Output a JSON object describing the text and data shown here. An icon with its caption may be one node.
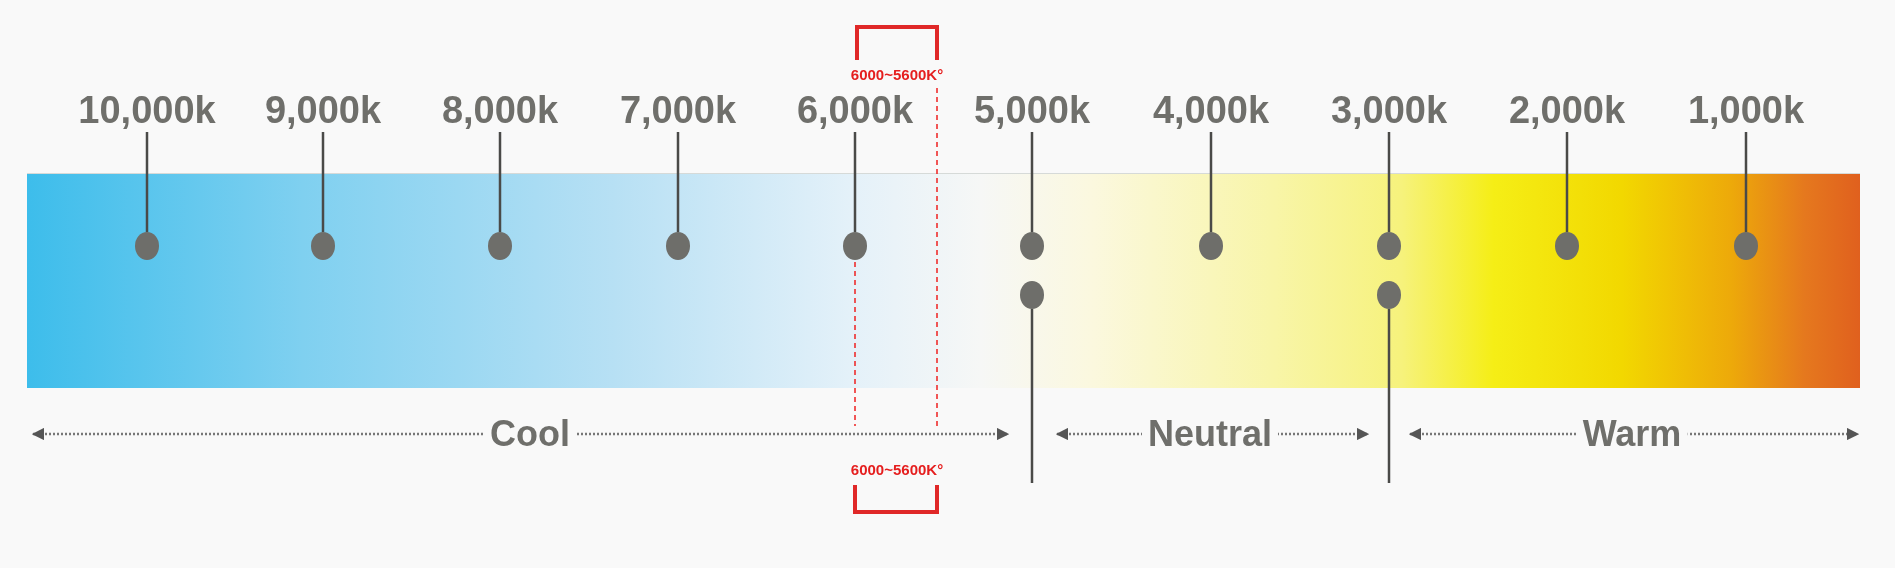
{
  "diagram": {
    "nodes": [
      {
        "text": [],
        "shape": "bar"
      },
      {
        "text": [
          "10,000k"
        ]
      },
      {
        "text": [
          "9,000k"
        ]
      },
      {
        "text": [
          "8,000k"
        ]
      },
      {
        "text": [
          "7,000k"
        ]
      },
      {
        "text": [
          "6,000k"
        ]
      },
      {
        "text": [
          "5,000k"
        ]
      },
      {
        "text": [
          "4,000k"
        ]
      },
      {
        "text": [
          "3,000k"
        ]
      },
      {
        "text": [
          "2,000k"
        ]
      },
      {
        "text": [
          "1,000k"
        ]
      },
      {
        "text": [],
        "shape": "circle",
        "in": 0
      },
      {
        "text": [],
        "shape": "circle",
        "in": 0
      },
      {
        "text": [],
        "shape": "circle",
        "in": 0
      },
      {
        "text": [],
        "shape": "circle",
        "in": 0
      },
      {
        "text": [],
        "shape": "circle",
        "in": 0
      },
      {
        "text": [],
        "shape": "circle",
        "in": 0
      },
      {
        "text": [],
        "shape": "circle",
        "in": 0
      },
      {
        "text": [],
        "shape": "circle",
        "in": 0
      },
      {
        "text": [],
        "shape": "circle",
        "in": 0
      },
      {
        "text": [],
        "shape": "circle",
        "in": 0
      },
      {
        "text": [],
        "shape": "circle",
        "in": 0
      },
      {
        "text": [],
        "shape": "circle",
        "in": 0
      }
    ],
    "edges": [
      {
        "from": 1,
        "to": 11,
        "arrow": "none"
      },
      {
        "from": 2,
        "to": 12,
        "arrow": "none"
      },
      {
        "from": 3,
        "to": 13,
        "arrow": "none"
      },
      {
        "from": 4,
        "to": 14,
        "arrow": "none"
      },
      {
        "from": 5,
        "to": 15,
        "arrow": "none"
      },
      {
        "from": 6,
        "to": 16,
        "arrow": "none"
      },
      {
        "from": 7,
        "to": 17,
        "arrow": "none"
      },
      {
        "from": 8,
        "to": 18,
        "arrow": "none"
      },
      {
        "from": 9,
        "to": 19,
        "arrow": "none"
      },
      {
        "from": 10,
        "to": 20,
        "arrow": "none"
      },
      {
        "from": 21,
        "to": null,
        "arrow": "none"
      },
      {
        "from": 22,
        "to": null,
        "arrow": "none"
      }
    ],
    "labels": [
      "6000~5600K°",
      "Cool",
      "Neutral",
      "Warm",
      "6000~5600K°"
    ]
  }
}
